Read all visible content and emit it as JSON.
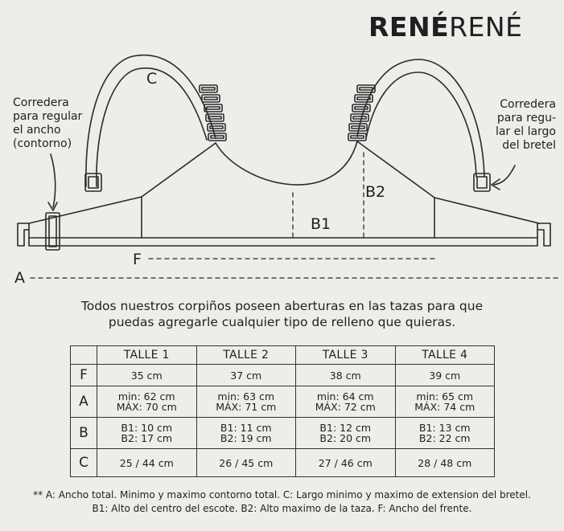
{
  "brand": {
    "bold": "RENÉ",
    "light": "RENÉ"
  },
  "labels": {
    "left_note": [
      "Corredera",
      "para regular",
      "el ancho",
      "(contorno)"
    ],
    "right_note": [
      "Corredera",
      "para regu-",
      "lar el largo",
      "del bretel"
    ],
    "c": "C",
    "b1": "B1",
    "b2": "B2",
    "f": "F",
    "a": "A"
  },
  "intro": [
    "Todos nuestros corpiños poseen aberturas en las tazas para que",
    "puedas agregarle cualquier tipo de relleno que quieras."
  ],
  "table": {
    "headers": [
      "TALLE 1",
      "TALLE 2",
      "TALLE 3",
      "TALLE 4"
    ],
    "rows": {
      "F": {
        "label": "F",
        "cells": [
          "35 cm",
          "37 cm",
          "38 cm",
          "39 cm"
        ]
      },
      "A": {
        "label": "A",
        "min": [
          "min: 62 cm",
          "min: 63 cm",
          "min: 64 cm",
          "min: 65 cm"
        ],
        "max": [
          "MÁX: 70 cm",
          "MÁX: 71 cm",
          "MÁX: 72 cm",
          "MÁX: 74 cm"
        ]
      },
      "B": {
        "label": "B",
        "b1": [
          "B1: 10 cm",
          "B1: 11 cm",
          "B1: 12 cm",
          "B1: 13 cm"
        ],
        "b2": [
          "B2: 17 cm",
          "B2: 19 cm",
          "B2: 20 cm",
          "B2: 22 cm"
        ]
      },
      "C": {
        "label": "C",
        "cells": [
          "25 / 44 cm",
          "26 / 45 cm",
          "27 / 46 cm",
          "28 / 48 cm"
        ]
      }
    }
  },
  "footnote": [
    "** A: Ancho total. Minimo y maximo contorno total.  C: Largo minimo y maximo de extension del bretel.",
    "B1: Alto del centro del escote.  B2: Alto maximo de la taza.  F: Ancho del frente."
  ]
}
